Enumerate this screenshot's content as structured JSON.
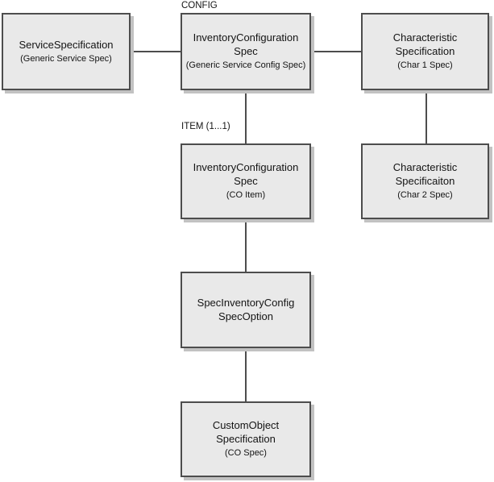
{
  "diagram": {
    "colors": {
      "background": "#ffffff",
      "node_fill": "#e9e9e9",
      "node_border": "#4d4d4d",
      "node_shadow": "#c2c2c2",
      "text": "#141414"
    },
    "edge_labels": {
      "config": "CONFIG",
      "item": "ITEM (1...1)"
    },
    "nodes": [
      {
        "id": "service-spec",
        "title": "ServiceSpecification",
        "subtitle": "(Generic Service Spec)"
      },
      {
        "id": "inv-config-spec",
        "title": "InventoryConfiguration Spec",
        "subtitle": "(Generic Service Config Spec)"
      },
      {
        "id": "char-spec-1",
        "title": "Characteristic Specification",
        "subtitle": "(Char 1 Spec)"
      },
      {
        "id": "inv-config-item",
        "title": "InventoryConfiguration Spec",
        "subtitle": "(CO Item)"
      },
      {
        "id": "char-spec-2",
        "title": "Characteristic Specificaiton",
        "subtitle": "(Char 2 Spec)"
      },
      {
        "id": "spec-option",
        "title": "SpecInventoryConfig SpecOption",
        "subtitle": ""
      },
      {
        "id": "custom-object-spec",
        "title": "CustomObject Specification",
        "subtitle": "(CO Spec)"
      }
    ],
    "connections": [
      {
        "from": "service-spec",
        "to": "inv-config-spec"
      },
      {
        "from": "inv-config-spec",
        "to": "char-spec-1"
      },
      {
        "from": "inv-config-spec",
        "to": "inv-config-item",
        "label": "ITEM (1...1)"
      },
      {
        "from": "char-spec-1",
        "to": "char-spec-2"
      },
      {
        "from": "inv-config-item",
        "to": "spec-option"
      },
      {
        "from": "spec-option",
        "to": "custom-object-spec"
      }
    ]
  }
}
